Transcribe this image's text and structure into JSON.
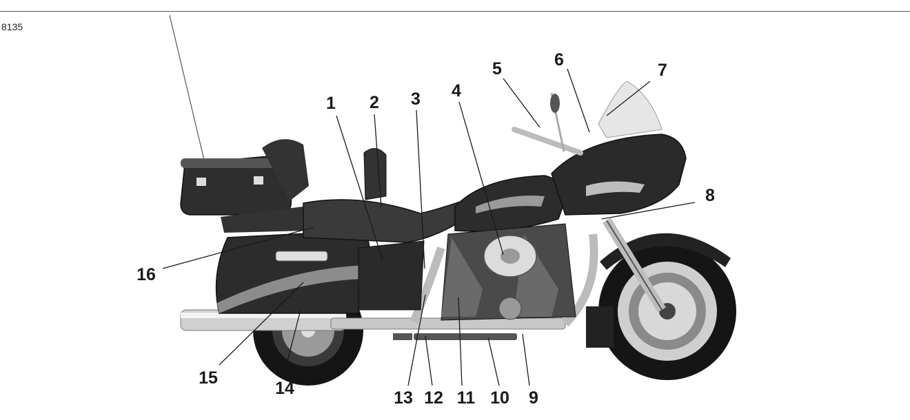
{
  "figure": {
    "id": "8135"
  },
  "callouts": [
    {
      "label": "1"
    },
    {
      "label": "2"
    },
    {
      "label": "3"
    },
    {
      "label": "4"
    },
    {
      "label": "5"
    },
    {
      "label": "6"
    },
    {
      "label": "7"
    },
    {
      "label": "8"
    },
    {
      "label": "9"
    },
    {
      "label": "10"
    },
    {
      "label": "11"
    },
    {
      "label": "12"
    },
    {
      "label": "13"
    },
    {
      "label": "14"
    },
    {
      "label": "15"
    },
    {
      "label": "16"
    }
  ],
  "colors": {
    "ink": "#1a1a1a",
    "body_dark": "#2e2e2e",
    "chrome": "#d4d4d4",
    "tire": "#151515"
  }
}
